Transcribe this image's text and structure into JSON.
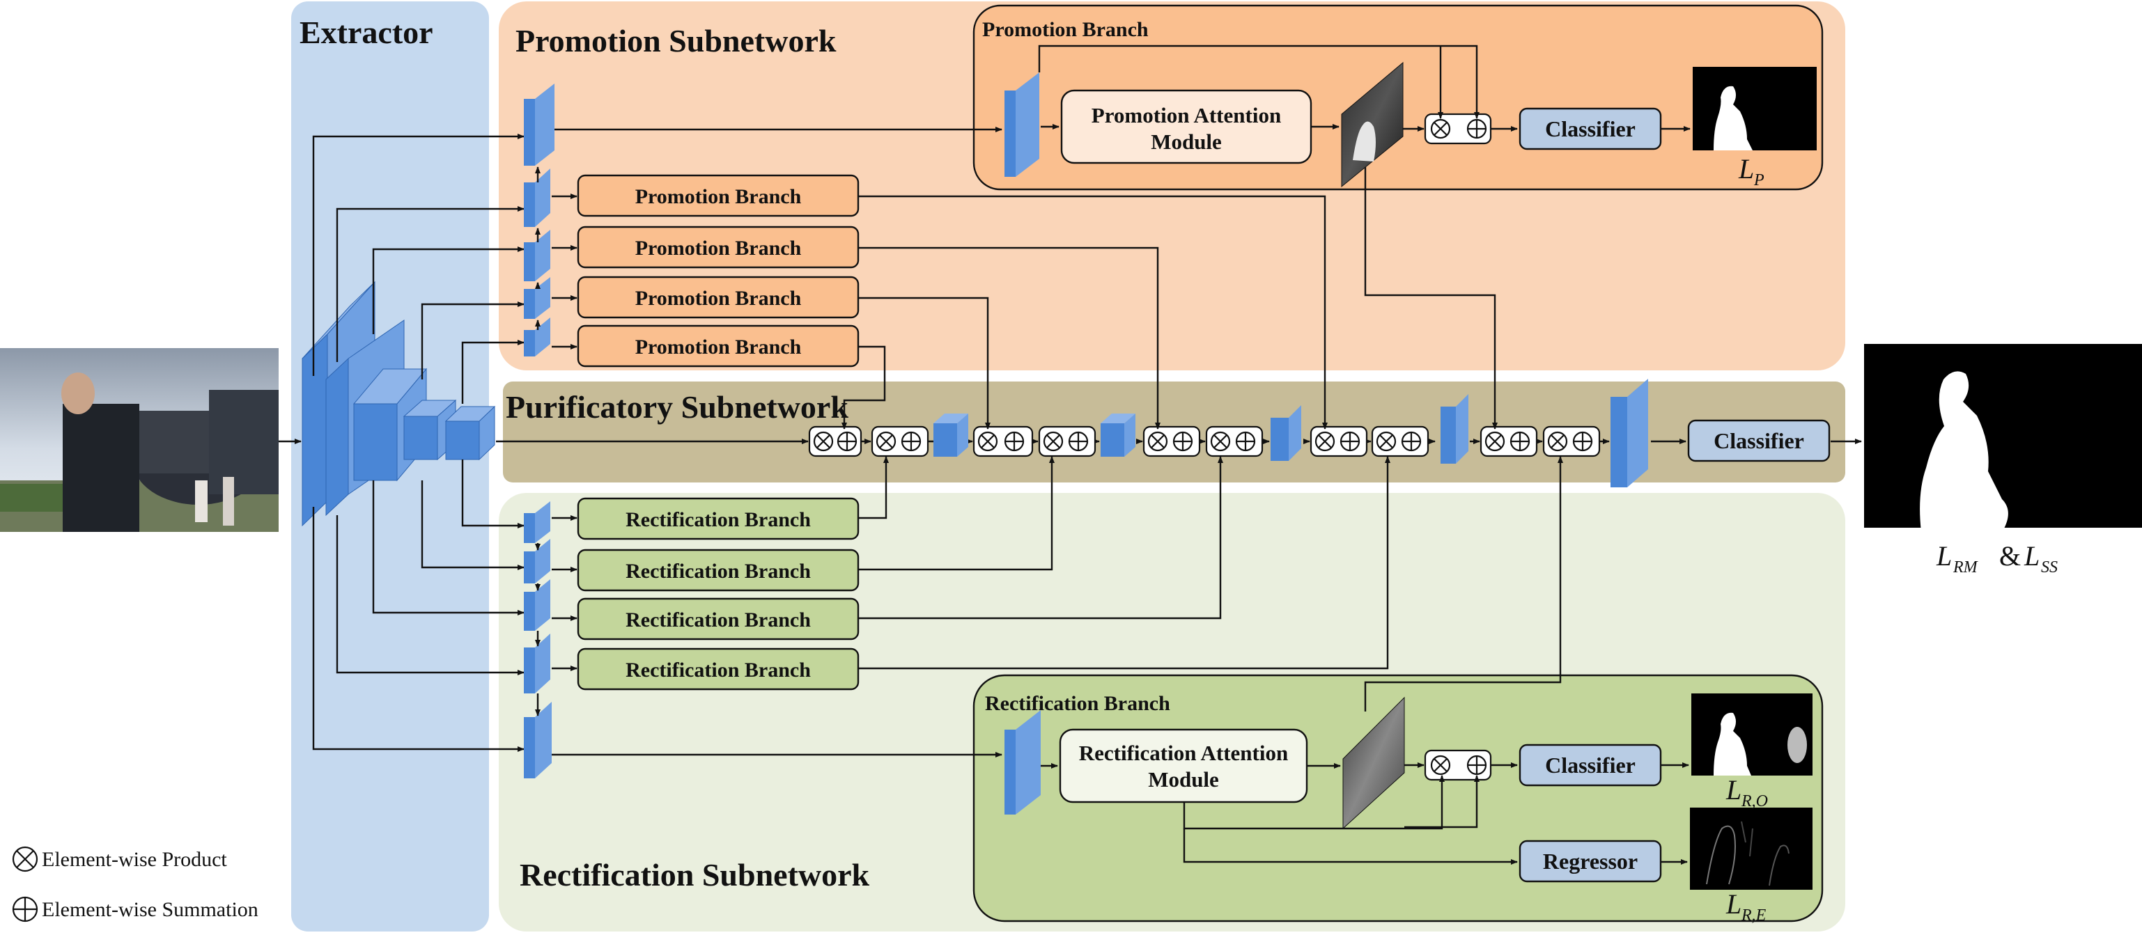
{
  "sections": {
    "extractor": "Extractor",
    "promotion": "Promotion Subnetwork",
    "purificatory": "Purificatory Subnetwork",
    "rectification": "Rectification Subnetwork"
  },
  "promotion_detail": {
    "title": "Promotion Branch",
    "module_line1": "Promotion Attention",
    "module_line2": "Module",
    "classifier": "Classifier",
    "loss": "L",
    "loss_sub": "P"
  },
  "rectification_detail": {
    "title": "Rectification Branch",
    "module_line1": "Rectification Attention",
    "module_line2": "Module",
    "classifier": "Classifier",
    "regressor": "Regressor",
    "loss_o": "L",
    "loss_o_sub": "R,O",
    "loss_e": "L",
    "loss_e_sub": "R,E"
  },
  "promotion_branches": [
    "Promotion Branch",
    "Promotion Branch",
    "Promotion Branch",
    "Promotion Branch"
  ],
  "rectification_branches": [
    "Rectification Branch",
    "Rectification Branch",
    "Rectification Branch",
    "Rectification Branch"
  ],
  "purificatory": {
    "classifier": "Classifier"
  },
  "output": {
    "loss_a": "L",
    "loss_a_sub": "RM",
    "amp": "&",
    "loss_b": "L",
    "loss_b_sub": "SS"
  },
  "legend": {
    "product": "Element-wise Product",
    "summation": "Element-wise Summation"
  },
  "colors": {
    "extractor_bg": "#c5d9ef",
    "promotion_bg": "#fad5b8",
    "purificatory_bg": "#c7bc98",
    "rectification_bg": "#eaefde",
    "promotion_branch": "#fabf8f",
    "rectification_branch": "#c3d69b",
    "classifier": "#b8cce4",
    "feature_block": "#4a86d6"
  },
  "icons": {
    "product": "circled-times-icon",
    "summation": "circled-plus-icon"
  }
}
